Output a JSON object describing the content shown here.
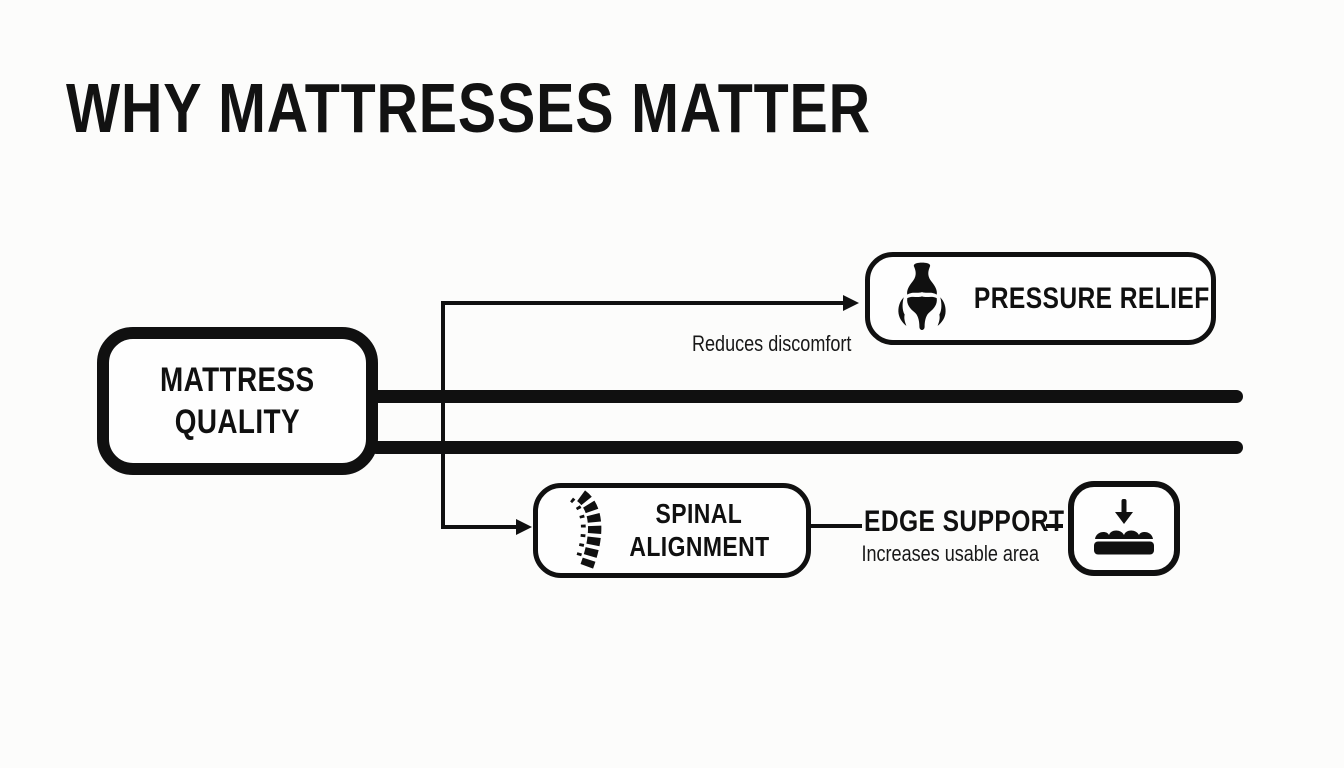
{
  "title": "WHY MATTRESSES MATTER",
  "colors": {
    "ink": "#101010",
    "background": "#fcfcfb"
  },
  "nodes": {
    "mattress_quality": {
      "line1": "MATTRESS",
      "line2": "QUALITY"
    },
    "pressure_relief": {
      "label": "PRESSURE RELIEF",
      "icon": "joint-icon"
    },
    "spinal_alignment": {
      "line1": "SPINAL",
      "line2": "ALIGNMENT",
      "icon": "spine-icon"
    },
    "edge_support": {
      "label": "EDGE SUPPORT",
      "icon": "mattress-compression-icon"
    }
  },
  "annotations": {
    "pressure_relief": "Reduces discomfort",
    "edge_support": "Increases usable area"
  }
}
